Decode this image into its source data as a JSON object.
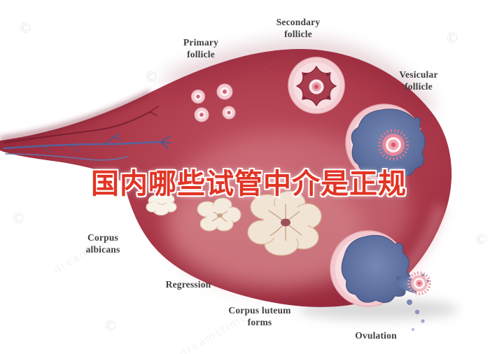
{
  "labels": {
    "secondary_follicle": "Secondary\nfollicle",
    "primary_follicle": "Primary\nfollicle",
    "vesicular_follicle": "Vesicular\nfollicle",
    "corpus_albicans": "Corpus\nalbicans",
    "regression": "Regression",
    "corpus_luteum": "Corpus luteum\nforms",
    "ovulation": "Ovulation"
  },
  "overlay": {
    "text": "国内哪些试管中介是正规"
  },
  "watermark": {
    "copyright": "©",
    "brand": "dreamstime"
  },
  "colors": {
    "ovary-dark": "#8a2336",
    "ovary-mid": "#ac3a4b",
    "ovary-light": "#c05261",
    "antrum-blue": "#5d6f9e",
    "antrum-blue-dark": "#485889",
    "follicle-pink": "#f3cad0",
    "oocyte-pink": "#e8879a",
    "luteum-cream": "#f2e4d4",
    "vessel-blue": "#4a6aa8",
    "label-gray": "#3f3f3f",
    "overlay-red": "#e23424"
  }
}
